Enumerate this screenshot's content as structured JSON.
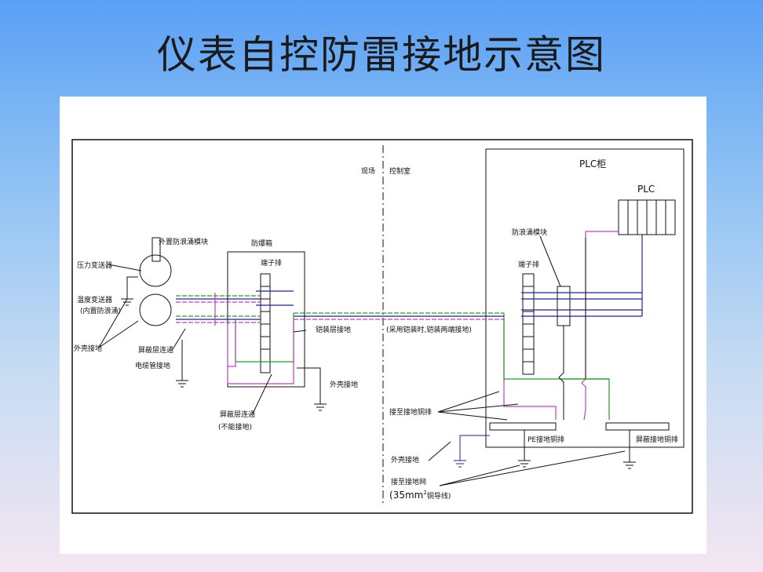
{
  "title": "仪表自控防雷接地示意图",
  "labels": {
    "field": "现场",
    "control_room": "控制室",
    "plc_cabinet": "PLC柜",
    "plc": "PLC",
    "surge_module_plc": "防浪涌模块",
    "terminal_right": "端子排",
    "external_surge": "外置防浪涌模块",
    "surge_box": "防爆箱",
    "terminal_box": "端子排",
    "pressure_tx": "压力变送器",
    "temp_tx": "温度变送器",
    "temp_tx_sub": "(内置防浪涌)",
    "shell_ground_left": "外壳接地",
    "shield_conduct": "屏蔽层连通",
    "cable_conduit_ground": "电缆管接地",
    "armor_ground": "铠装层接地",
    "box_shell_ground": "外壳接地",
    "shield_connected": "屏蔽层连通",
    "no_ground": "(不能接地)",
    "armor_note": "(采用铠装时,铠装两端接地)",
    "to_ground_bar": "接至接地铜排",
    "pe_bar": "PE接地铜排",
    "shield_bar": "屏蔽接地铜排",
    "shell_ground_right": "外壳接地",
    "to_ground_net": "接至接地网",
    "cable_spec_pre": "(35mm",
    "cable_spec_sup": "2",
    "cable_spec_post": "铜导线)"
  },
  "colors": {
    "signal": "#2020a0",
    "shield": "#c040c0",
    "ground": "#20a020",
    "line": "#111111"
  }
}
